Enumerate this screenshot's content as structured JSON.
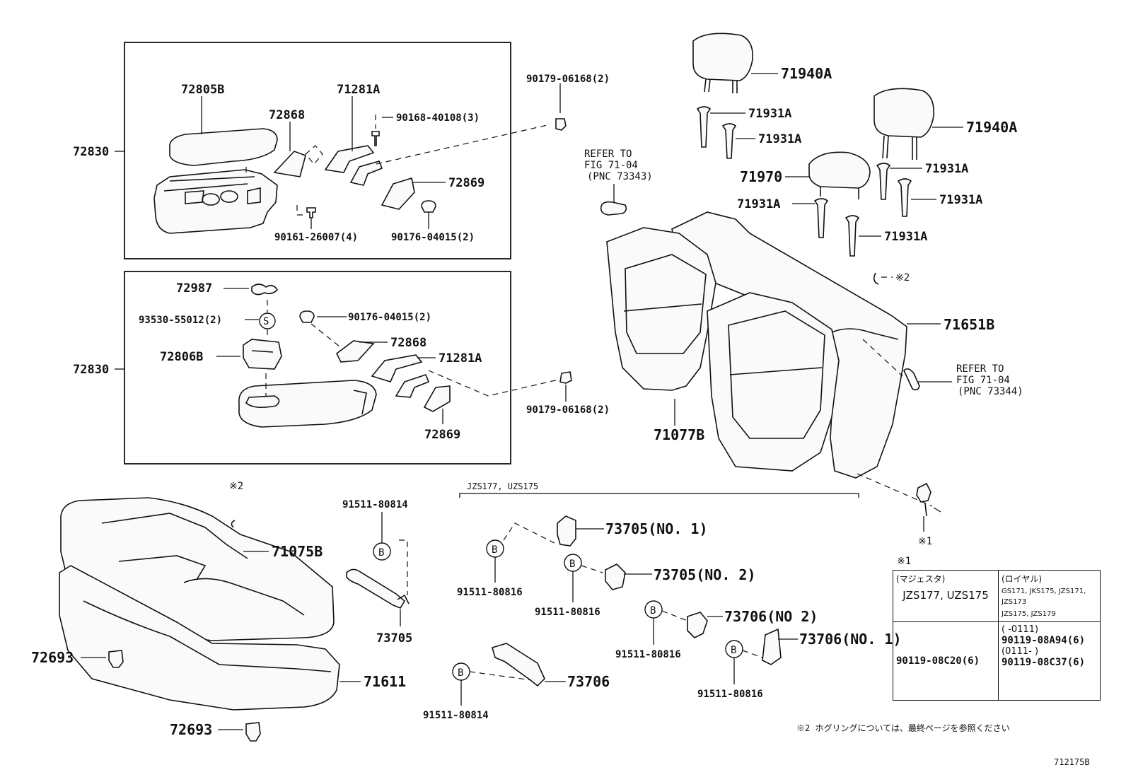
{
  "diagram_id": "712175B",
  "footnote": "※2  ホグリングについては、最終ページを参照ください",
  "markers": {
    "n1": "※1",
    "n2": "※2",
    "b": "B",
    "s": "S"
  },
  "applicability": "JZS177, UZS175",
  "refer_upper": {
    "line1": "REFER TO",
    "line2": "FIG 71-04",
    "line3": "(PNC 73343)"
  },
  "refer_lower": {
    "line1": "REFER TO",
    "line2": "FIG 71-04",
    "line3": "(PNC 73344)"
  },
  "labels": {
    "p72830_a": "72830",
    "p72805B": "72805B",
    "p72868_a": "72868",
    "p71281A_a": "71281A",
    "p90168": "90168-40108(3)",
    "p72869_a": "72869",
    "p90161": "90161-26007(4)",
    "p90176_a": "90176-04015(2)",
    "p90179_a": "90179-06168(2)",
    "p72830_b": "72830",
    "p72987": "72987",
    "p93530": "93530-55012(2)",
    "p90176_b": "90176-04015(2)",
    "p72868_b": "72868",
    "p72806B": "72806B",
    "p71281A_b": "71281A",
    "p90179_b": "90179-06168(2)",
    "p72869_b": "72869",
    "p71940A_a": "71940A",
    "p71931A_a": "71931A",
    "p71931A_b": "71931A",
    "p71940A_b": "71940A",
    "p71970": "71970",
    "p71931A_c": "71931A",
    "p71931A_d": "71931A",
    "p71931A_e": "71931A",
    "p71931A_f": "71931A",
    "p71651B": "71651B",
    "p71077B": "71077B",
    "p71075B": "71075B",
    "p72693_a": "72693",
    "p71611": "71611",
    "p72693_b": "72693",
    "p91511_80814_a": "91511-80814",
    "p73705_a": "73705",
    "p73705_no1": "73705(NO. 1)",
    "p91511_80816_a": "91511-80816",
    "p73705_no2": "73705(NO. 2)",
    "p91511_80816_b": "91511-80816",
    "p73706_no2": "73706(NO  2)",
    "p91511_80816_c": "91511-80816",
    "p73706_no1": "73706(NO. 1)",
    "p91511_80816_d": "91511-80816",
    "p73706": "73706",
    "p91511_80814_b": "91511-80814"
  },
  "variant_table": {
    "col1_header": "(マジェスタ)",
    "col1_models": "JZS177, UZS175",
    "col2_header": "(ロイヤル)",
    "col2_models_1": "GS171, JKS175, JZS171, JZS173",
    "col2_models_2": "JZS175, JZS179",
    "col1_part": "90119-08C20(6)",
    "col2_range_1": "(     -0111)",
    "col2_part_1": "90119-08A94(6)",
    "col2_range_2": "(0111-     )",
    "col2_part_2": "90119-08C37(6)"
  }
}
